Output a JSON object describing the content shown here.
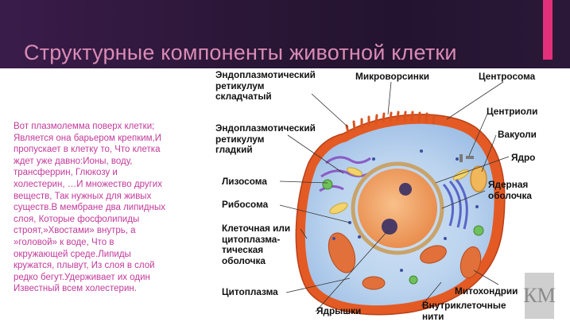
{
  "slide": {
    "title": "Структурные компоненты животной клетки"
  },
  "poem": {
    "lines": [
      "Вот плазмолемма поверх клетки;",
      "Является она барьером крепким,И",
      "пропускает в клетку то, Что клетка",
      "ждет уже давно:Ионы, воду,",
      "трансферрин, Глюкозу и",
      "холестерин, …И множество других",
      "веществ, Так нужных для живых",
      "существ.В мембране два липидных",
      "слоя, Которые фосфолипиды",
      "строят,»Хвостами» внутрь, а",
      "»головой» к воде, Что в",
      "окружающей среде.Липиды",
      "кружатся, плывут, Из слоя в слой",
      "редко бегут.Удерживает их один",
      "Известный всем холестерин."
    ]
  },
  "diagram": {
    "labels": {
      "er_rough": [
        "Эндоплазмотический",
        "ретикулум",
        "складчатый"
      ],
      "er_smooth": [
        "Эндоплазмотический",
        "ретикулум",
        "гладкий"
      ],
      "lysosome": [
        "Лизосома"
      ],
      "ribosome": [
        "Рибосома"
      ],
      "membrane": [
        "Клеточная или",
        "цитоплазма-",
        "тическая",
        "оболочка"
      ],
      "cytoplasm": [
        "Цитоплазма"
      ],
      "nucleoli": [
        "Ядрышки"
      ],
      "microvilli": [
        "Микроворсинки"
      ],
      "centrosome": [
        "Центросома"
      ],
      "centrioles": [
        "Центриоли"
      ],
      "vacuoles": [
        "Вакуоли"
      ],
      "nucleus": [
        "Ядро"
      ],
      "nuclear_envelope": [
        "Ядерная",
        "оболочка"
      ],
      "mitochondria": [
        "Митохондрии"
      ],
      "filaments": [
        "Внутриклеточные",
        "нити"
      ]
    }
  },
  "logo": {
    "text": "КМ"
  }
}
